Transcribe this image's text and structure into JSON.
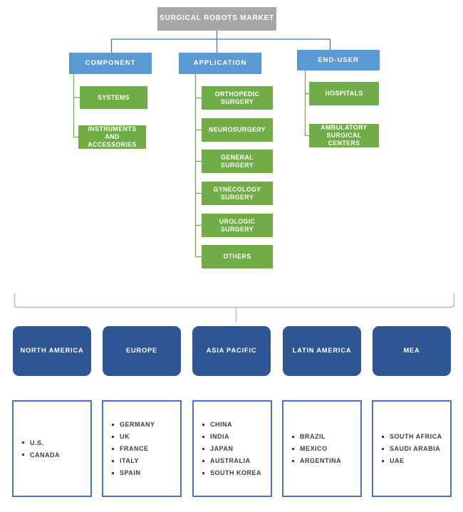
{
  "diagram_title": "SURGICAL ROBOTS MARKET",
  "colors": {
    "root_box": "#A7A7A7",
    "segment_header": "#5B9BD5",
    "segment_item": "#70AD47",
    "region_box": "#2E5695",
    "country_box_border": "#4472C4",
    "tree_line": "#4472C4",
    "branch_line": "#70AD47",
    "bracket_line": "#A6B8DB"
  },
  "segments": [
    {
      "label": "COMPONENT",
      "items": [
        "SYSTEMS",
        "INSTRUMENTS AND ACCESSORIES"
      ]
    },
    {
      "label": "APPLICATION",
      "items": [
        "ORTHOPEDIC SURGERY",
        "NEUROSURGERY",
        "GENERAL SURGERY",
        "GYNECOLOGY SURGERY",
        "UROLOGIC SURGERY",
        "OTHERS"
      ]
    },
    {
      "label": "END-USER",
      "items": [
        "HOSPITALS",
        "AMBULATORY SURGICAL CENTERS"
      ]
    }
  ],
  "regions": [
    {
      "label": "NORTH AMERICA",
      "countries": [
        "U.S.",
        "CANADA"
      ]
    },
    {
      "label": "EUROPE",
      "countries": [
        "GERMANY",
        "UK",
        "FRANCE",
        "ITALY",
        "SPAIN"
      ]
    },
    {
      "label": "ASIA PACIFIC",
      "countries": [
        "CHINA",
        "INDIA",
        "JAPAN",
        "AUSTRALIA",
        "SOUTH KOREA"
      ]
    },
    {
      "label": "LATIN AMERICA",
      "countries": [
        "BRAZIL",
        "MEXICO",
        "ARGENTINA"
      ]
    },
    {
      "label": "MEA",
      "countries": [
        "SOUTH AFRICA",
        "SAUDI ARABIA",
        "UAE"
      ]
    }
  ]
}
